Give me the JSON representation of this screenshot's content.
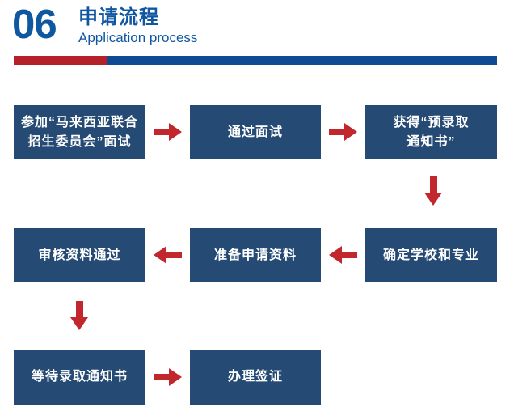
{
  "header": {
    "number": "06",
    "title_zh": "申请流程",
    "title_en": "Application process"
  },
  "colors": {
    "header_text": "#1057a2",
    "bar_red": "#b42128",
    "bar_blue": "#0f4a94",
    "box_blue": "#254a73",
    "arrow_red": "#c1272d",
    "box_text": "#ffffff",
    "background": "#ffffff"
  },
  "flow": {
    "steps": [
      {
        "label": "参加“马来西亚联合\n招生委员会”面试"
      },
      {
        "label": "通过面试"
      },
      {
        "label": "获得“预录取\n通知书”"
      },
      {
        "label": "确定学校和专业"
      },
      {
        "label": "准备申请资料"
      },
      {
        "label": "审核资料通过"
      },
      {
        "label": "等待录取通知书"
      },
      {
        "label": "办理签证"
      }
    ]
  }
}
